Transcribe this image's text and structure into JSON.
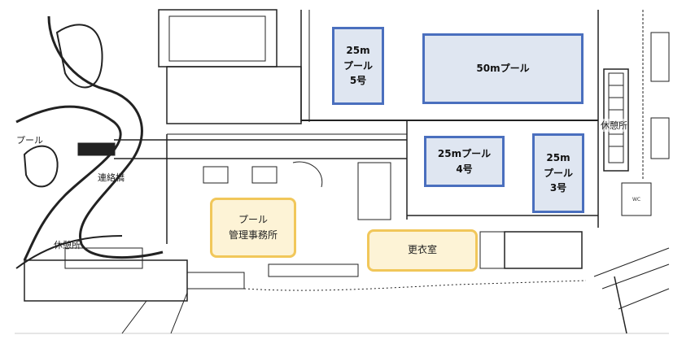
{
  "pools": [
    {
      "id": "pool-25m-5",
      "lines": [
        "25m",
        "プール",
        "5号"
      ]
    },
    {
      "id": "pool-50m",
      "lines": [
        "50mプール"
      ]
    },
    {
      "id": "pool-25m-4",
      "lines": [
        "25mプール",
        "4号"
      ]
    },
    {
      "id": "pool-25m-3",
      "lines": [
        "25m",
        "プール",
        "3号"
      ]
    }
  ],
  "buildings": [
    {
      "id": "pool-office",
      "lines": [
        "プール",
        "管理事務所"
      ]
    },
    {
      "id": "changing-room",
      "lines": [
        "更衣室"
      ]
    }
  ],
  "map_labels": {
    "pool_partial": "プール",
    "bridge": "連絡橋",
    "rest_area_left": "休憩所",
    "rest_area_right": "休憩所",
    "wc": "WC"
  },
  "colors": {
    "pool_fill": "#dfe6f1",
    "pool_border": "#4a6fbe",
    "building_fill": "#fdf3d6",
    "building_border": "#f1c75a"
  }
}
